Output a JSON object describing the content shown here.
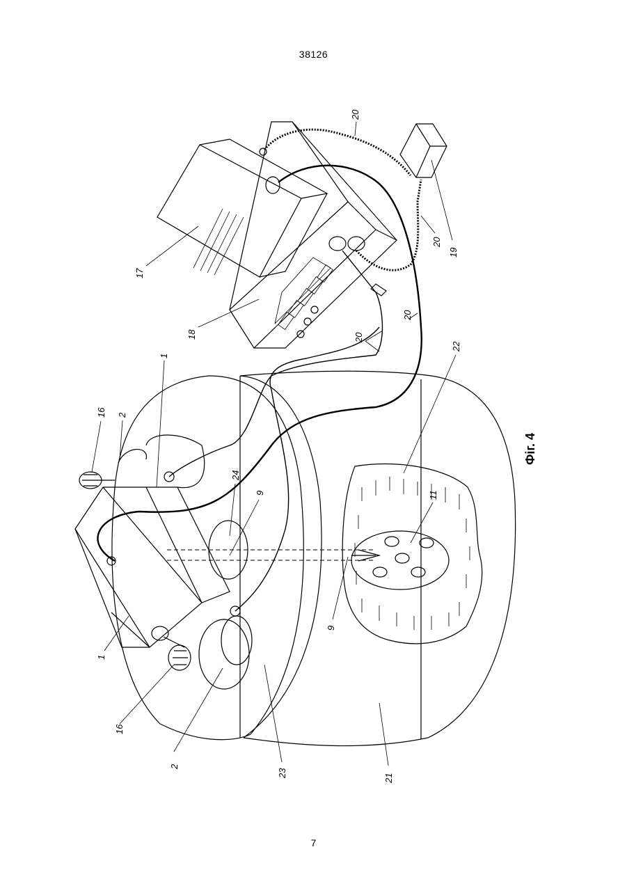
{
  "document": {
    "doc_number": "38126",
    "page_number": "7"
  },
  "figure": {
    "caption": "Фіг. 4",
    "refs": {
      "r1a": "1",
      "r1b": "1",
      "r2a": "2",
      "r2b": "2",
      "r9a": "9",
      "r9b": "9",
      "r11": "11",
      "r16a": "16",
      "r16b": "16",
      "r17": "17",
      "r18": "18",
      "r19": "19",
      "r20a": "20",
      "r20b": "20",
      "r20c": "20",
      "r20d": "20",
      "r21": "21",
      "r22": "22",
      "r23": "23",
      "r24": "24"
    }
  }
}
